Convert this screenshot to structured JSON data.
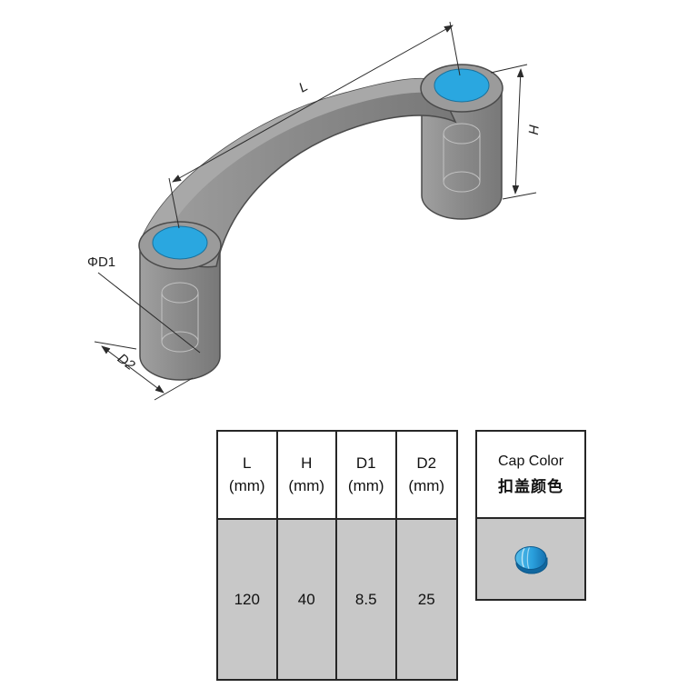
{
  "drawing": {
    "labels": {
      "length": "L",
      "height": "H",
      "hole_diameter": "ΦD1",
      "base_diameter": "D2"
    },
    "colors": {
      "cap_blue": "#2aa7e0",
      "body_gray": "#8a8a8a",
      "table_gray": "#c8c8c8",
      "line_dark": "#2b2b2b"
    }
  },
  "table": {
    "columns": [
      {
        "label": "L",
        "unit": "(mm)",
        "value": "120"
      },
      {
        "label": "H",
        "unit": "(mm)",
        "value": "40"
      },
      {
        "label": "D1",
        "unit": "(mm)",
        "value": "8.5"
      },
      {
        "label": "D2",
        "unit": "(mm)",
        "value": "25"
      }
    ]
  },
  "cap_color": {
    "title_en": "Cap Color",
    "title_zh": "扣盖颜色",
    "swatch": "blue-cap-icon"
  }
}
